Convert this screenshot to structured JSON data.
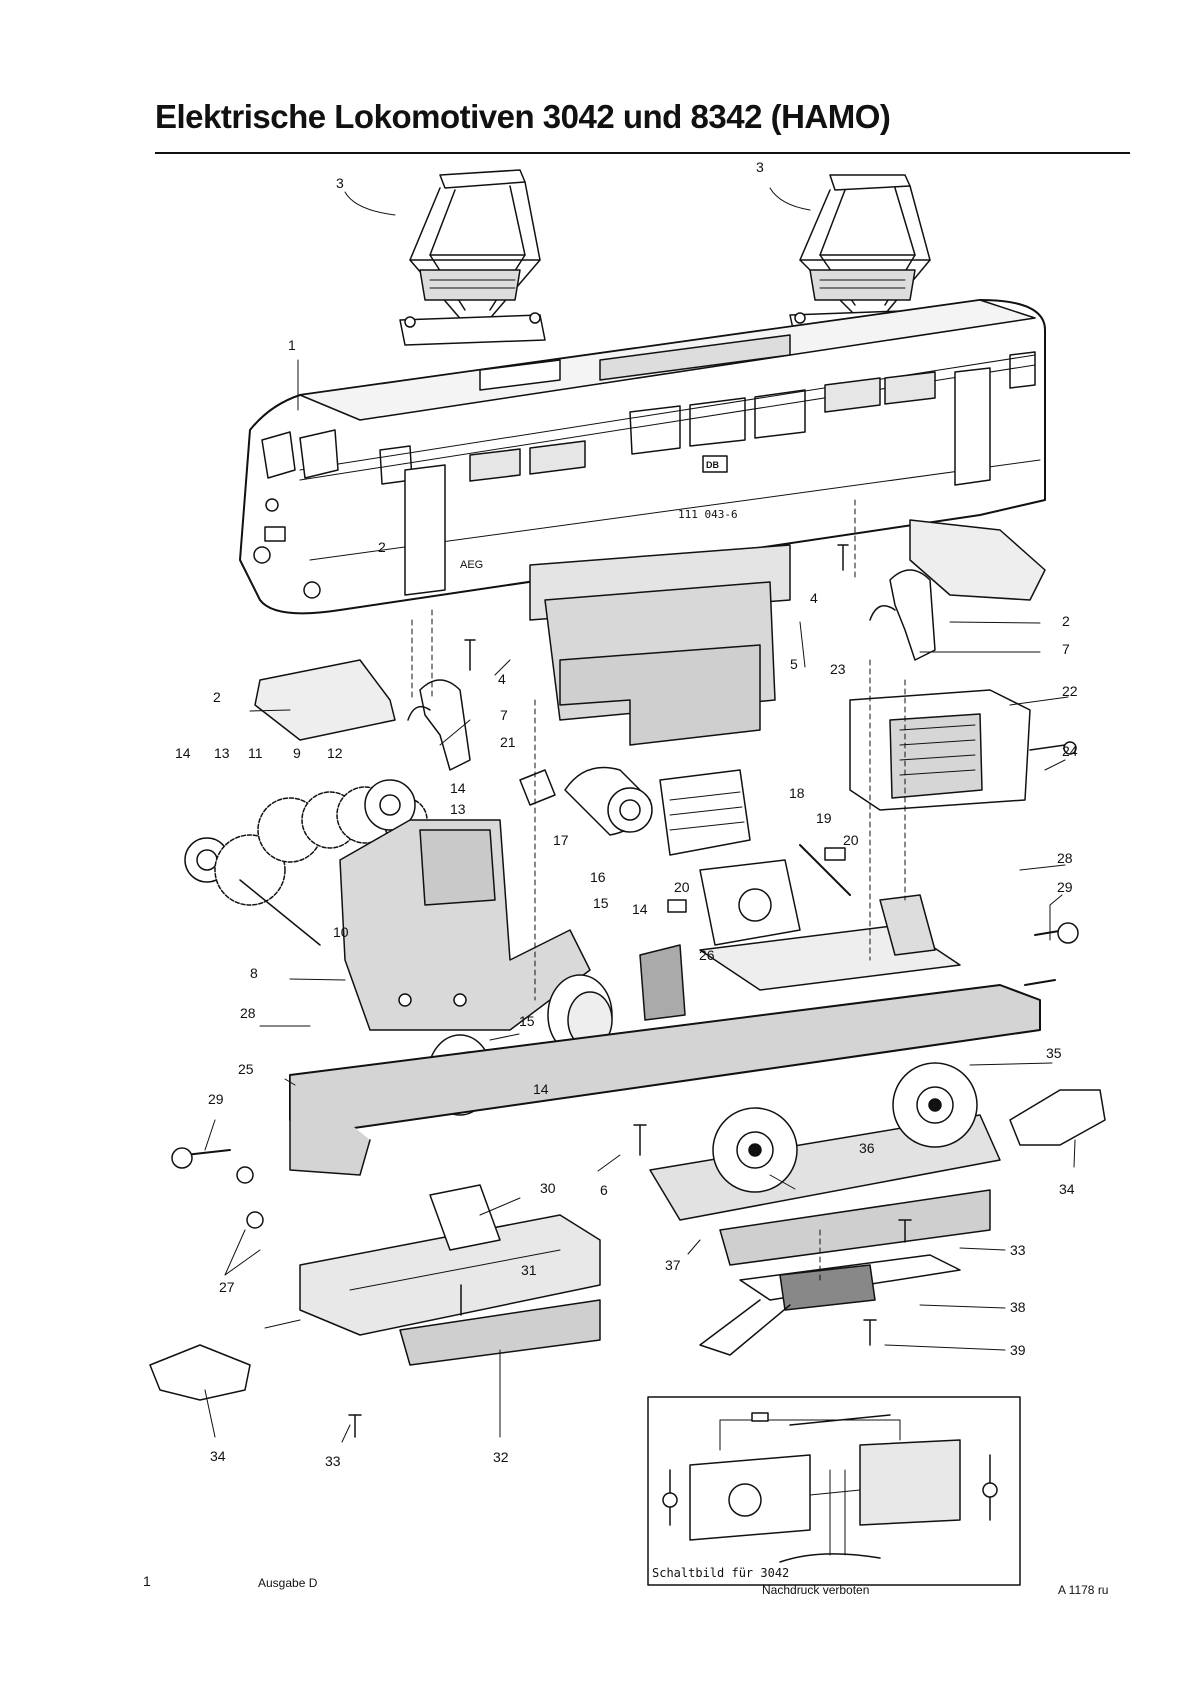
{
  "title": "Elektrische Lokomotiven 3042 und 8342 (HAMO)",
  "callouts": [
    "3",
    "3",
    "1",
    "2",
    "4",
    "4",
    "5",
    "2",
    "7",
    "7",
    "23",
    "22",
    "24",
    "2",
    "21",
    "14",
    "13",
    "11",
    "9",
    "12",
    "14",
    "13",
    "17",
    "18",
    "19",
    "20",
    "28",
    "29",
    "16",
    "20",
    "15",
    "14",
    "10",
    "8",
    "26",
    "28",
    "15",
    "25",
    "14",
    "35",
    "29",
    "36",
    "34",
    "6",
    "30",
    "27",
    "37",
    "31",
    "33",
    "38",
    "39",
    "34",
    "33",
    "32"
  ],
  "schematic_caption": "Schaltbild für 3042",
  "footer": {
    "page_number": "1",
    "edition": "Ausgabe D",
    "notice": "Nachdruck verboten",
    "code": "A 1178 ru"
  },
  "body_markings": {
    "number_side": "111 043-6",
    "maker": "AEG",
    "db_logo": "DB"
  }
}
